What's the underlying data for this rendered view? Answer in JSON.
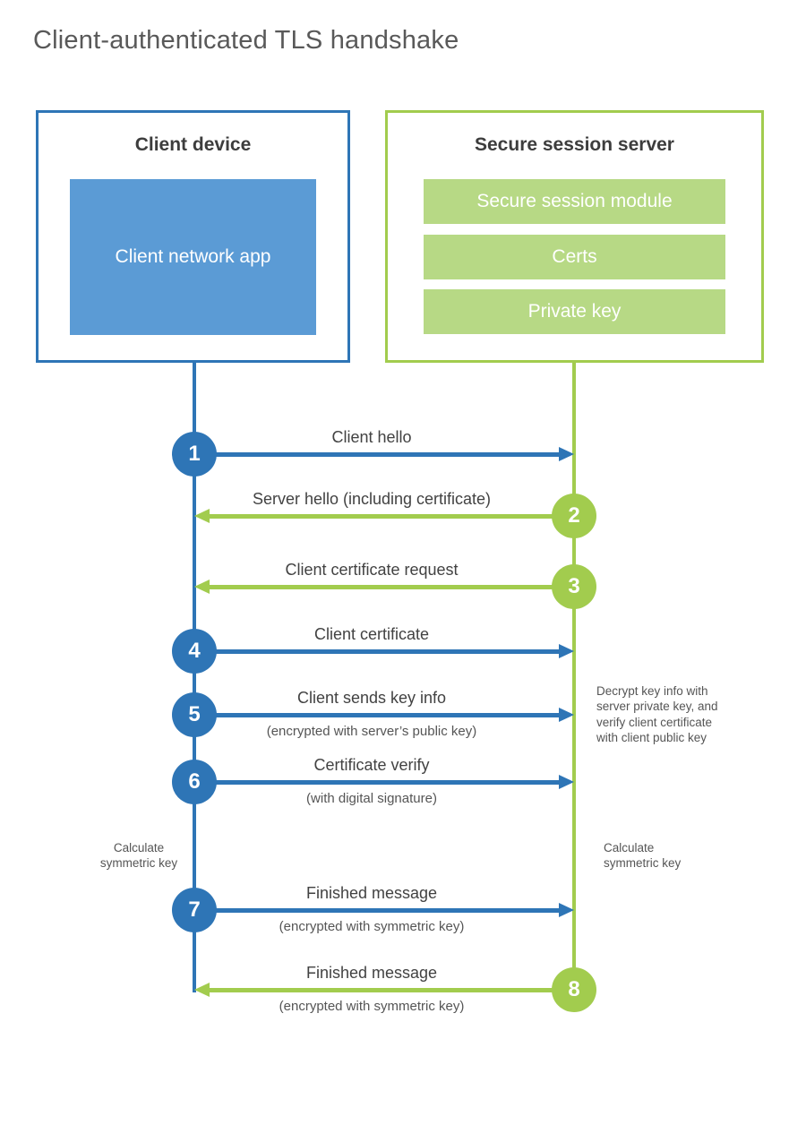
{
  "title": "Client-authenticated TLS handshake",
  "client_box": {
    "title": "Client device",
    "app_label": "Client network app"
  },
  "server_box": {
    "title": "Secure session server",
    "modules": [
      "Secure session module",
      "Certs",
      "Private key"
    ]
  },
  "steps": [
    {
      "num": "1",
      "label": "Client hello",
      "sublabel": "",
      "direction": "right",
      "actor": "client"
    },
    {
      "num": "2",
      "label": "Server hello (including certificate)",
      "sublabel": "",
      "direction": "left",
      "actor": "server"
    },
    {
      "num": "3",
      "label": "Client certificate request",
      "sublabel": "",
      "direction": "left",
      "actor": "server"
    },
    {
      "num": "4",
      "label": "Client certificate",
      "sublabel": "",
      "direction": "right",
      "actor": "client"
    },
    {
      "num": "5",
      "label": "Client sends key info",
      "sublabel": "(encrypted with server’s public key)",
      "direction": "right",
      "actor": "client"
    },
    {
      "num": "6",
      "label": "Certificate verify",
      "sublabel": "(with digital signature)",
      "direction": "right",
      "actor": "client"
    },
    {
      "num": "7",
      "label": "Finished message",
      "sublabel": "(encrypted with symmetric key)",
      "direction": "right",
      "actor": "client"
    },
    {
      "num": "8",
      "label": "Finished message",
      "sublabel": "(encrypted with symmetric key)",
      "direction": "left",
      "actor": "server"
    }
  ],
  "annotations": {
    "decrypt_note": [
      "Decrypt key info with",
      "server private key, and",
      "verify client certificate",
      "with client public key"
    ],
    "calc_key_left": [
      "Calculate",
      "symmetric key"
    ],
    "calc_key_right": [
      "Calculate",
      "symmetric key"
    ]
  },
  "colors": {
    "blue": "#2e75b6",
    "blue-light": "#5b9bd5",
    "green": "#a2cc4e",
    "green-light": "#b7d985"
  }
}
